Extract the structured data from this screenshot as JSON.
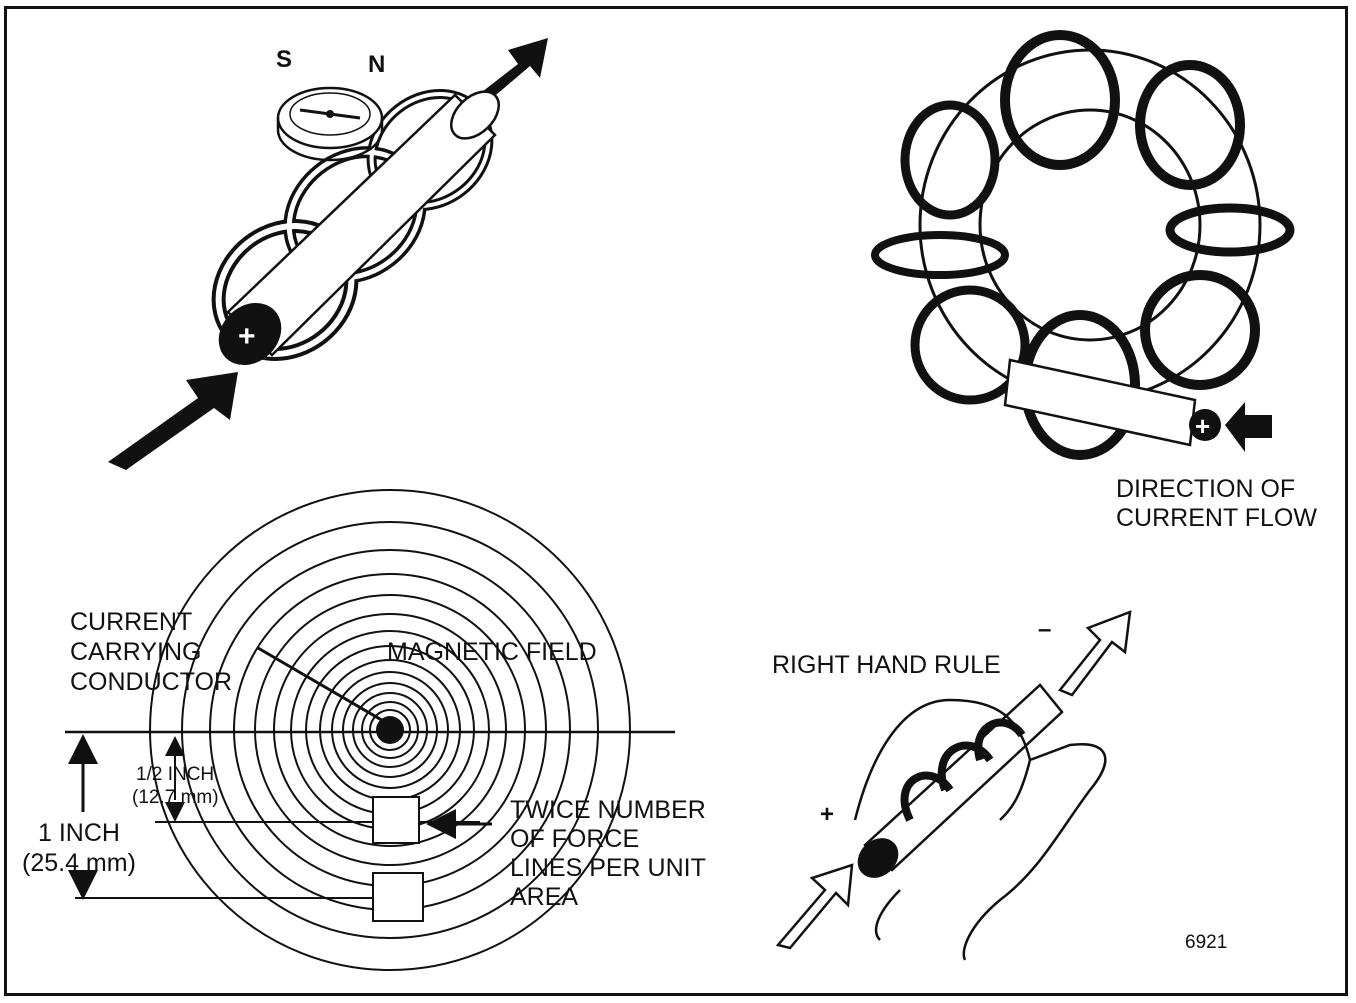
{
  "compass": {
    "south": "S",
    "north": "N"
  },
  "conductor_signs": {
    "plus": "+",
    "minus": "–"
  },
  "panel_coil": {
    "direction_label_line1": "DIRECTION OF",
    "direction_label_line2": "CURRENT FLOW"
  },
  "panel_field": {
    "conductor_line1": "CURRENT",
    "conductor_line2": "CARRYING",
    "conductor_line3": "CONDUCTOR",
    "field_label": "MAGNETIC FIELD",
    "half_inch": "1/2 INCH",
    "half_inch_mm": "(12.7 mm)",
    "one_inch": "1 INCH",
    "one_inch_mm": "(25.4 mm)",
    "twice_line1": "TWICE NUMBER",
    "twice_line2": "OF FORCE",
    "twice_line3": "LINES PER UNIT",
    "twice_line4": "AREA"
  },
  "panel_hand": {
    "title": "RIGHT HAND RULE"
  },
  "figure_number": "6921"
}
